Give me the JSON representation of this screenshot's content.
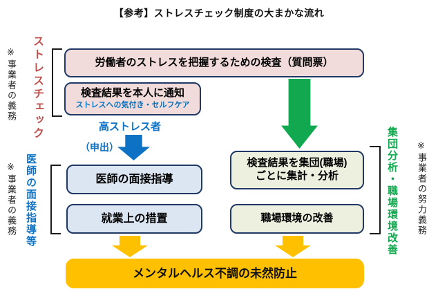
{
  "title": "【参考】ストレスチェック制度の大まかな流れ",
  "colors": {
    "pink_fill": "#f2dcdb",
    "blue_fill": "#dce6f2",
    "green_fill": "#eef0df",
    "gold": "#ffc000",
    "box_border": "#1f3864",
    "blue_accent": "#0e72c4",
    "notify_sub_blue": "#0070c0",
    "green_accent": "#11a84f",
    "red_accent": "#c0504d"
  },
  "side_labels": {
    "stress_check": "ストレスチェック",
    "employer_duty_top": "※事業者の義務",
    "doctor_interview_group": "医師の面接指導等",
    "employer_duty_bottom": "※事業者の義務",
    "group_analysis": "集団分析・職場環境改善",
    "employer_effort_duty": "※事業者の努力義務"
  },
  "flow": {
    "survey": "労働者のストレスを把握するための検査（質問票）",
    "notify_line1": "検査結果を本人に通知",
    "notify_line2": "ストレスへの気付き・セルフケア",
    "high_stress": "高ストレス者",
    "application": "（申出）",
    "doctor_interview": "医師の面接指導",
    "work_measures": "就業上の措置",
    "group_line1": "検査結果を集団(職場)",
    "group_line2": "ごとに集計・分析",
    "workplace_improvement": "職場環境の改善",
    "outcome": "メンタルヘルス不調の未然防止"
  }
}
